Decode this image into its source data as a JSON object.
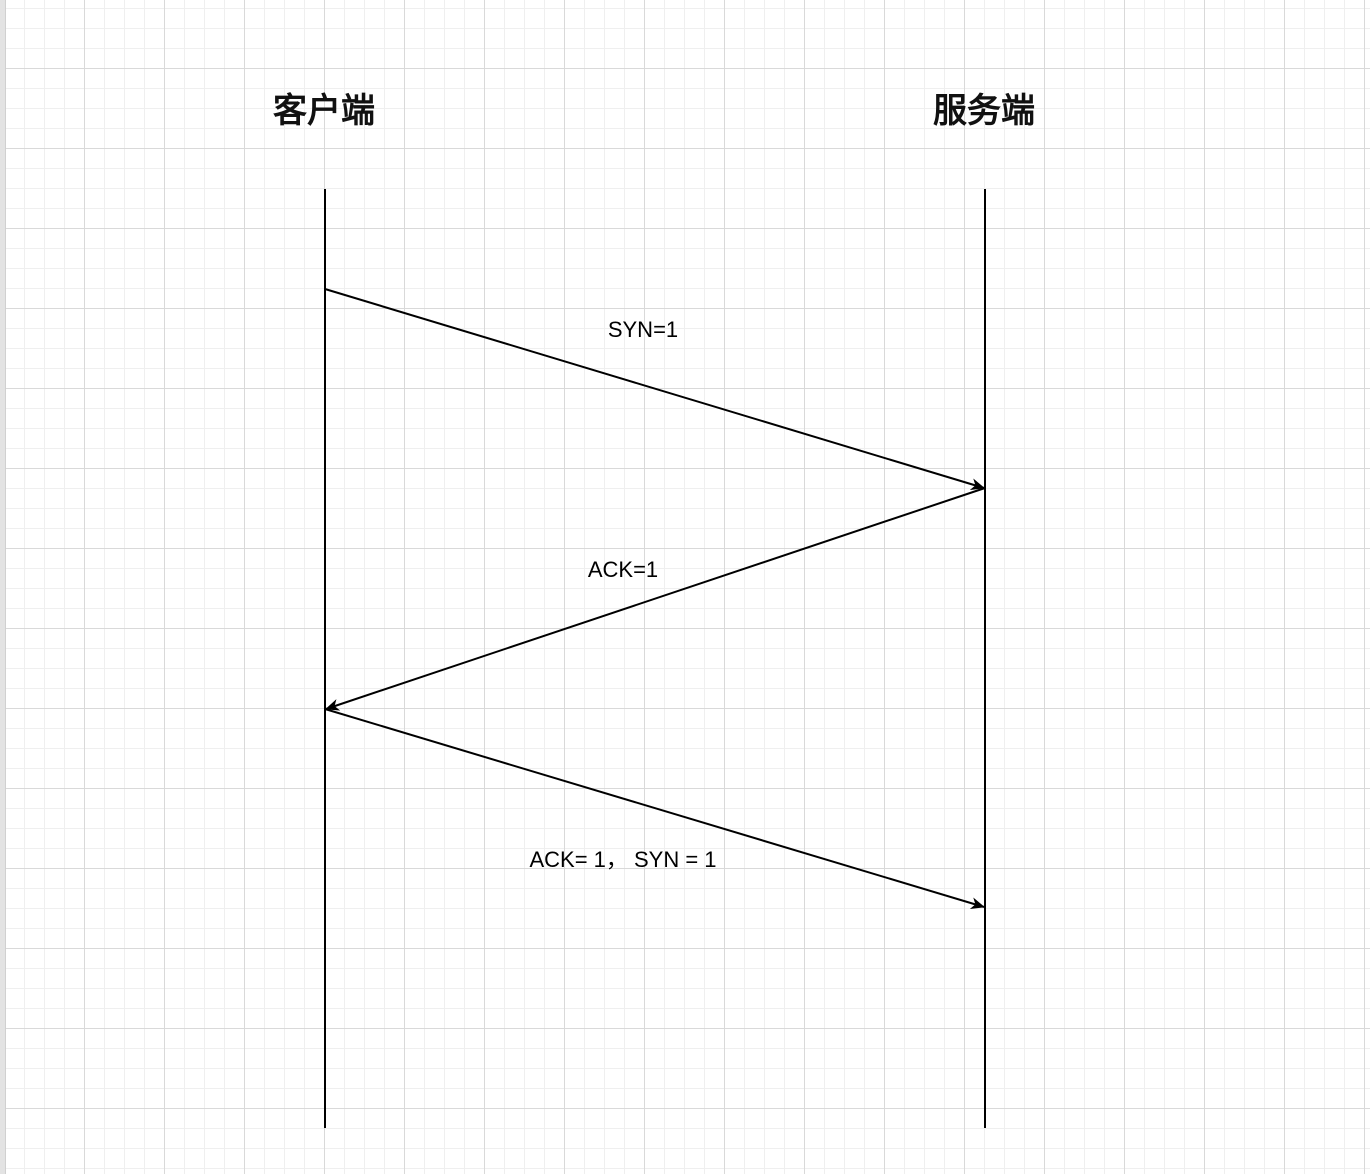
{
  "diagram": {
    "actors": {
      "client": "客户端",
      "server": "服务端"
    },
    "messages": [
      {
        "label": "SYN=1",
        "from": "client",
        "to": "server"
      },
      {
        "label": "ACK=1",
        "from": "server",
        "to": "client"
      },
      {
        "label": "ACK= 1， SYN = 1",
        "from": "client",
        "to": "server"
      }
    ],
    "colors": {
      "line": "#000000",
      "grid_major": "#d9d9d9",
      "grid_minor": "#efefef"
    }
  }
}
